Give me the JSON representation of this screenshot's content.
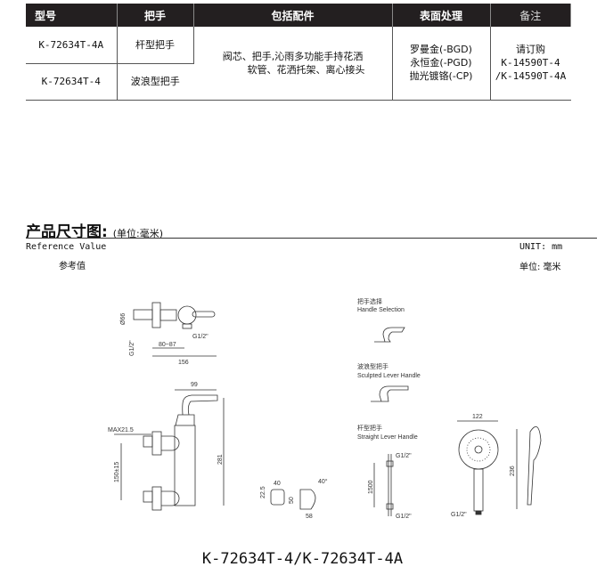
{
  "table": {
    "headers": [
      "型号",
      "把手",
      "包括配件",
      "表面处理",
      "备注"
    ],
    "rows": [
      {
        "model": "K-72634T-4A",
        "handle": "杆型把手"
      },
      {
        "model": "K-72634T-4",
        "handle": "波浪型把手"
      }
    ],
    "accessories": [
      "阀芯、把手,沁雨多功能手持花洒",
      "软管、花洒托架、离心接头"
    ],
    "finishes": [
      "罗曼金(-BGD)",
      "永恒金(-PGD)",
      "抛光镀铬(-CP)"
    ],
    "notes": [
      "请订购",
      "K-14590T-4",
      "/K-14590T-4A"
    ]
  },
  "section": {
    "title": "产品尺寸图:",
    "unit_note": "(单位:毫米)",
    "ref_en": "Reference Value",
    "ref_cn": "参考值",
    "unit_en": "UNIT:  mm",
    "unit_cn": "单位: 毫米"
  },
  "drawing": {
    "dims": {
      "d66": "Ø66",
      "g12a": "G1/2\"",
      "g12b": "G1/2\"",
      "r8087": "80~87",
      "w156": "156",
      "w99": "99",
      "max": "MAX21.5",
      "c150": "150±15",
      "h281": "281",
      "d40": "40",
      "d225": "22.5",
      "d50": "50",
      "a40": "40°",
      "d58": "58",
      "hose": "1500",
      "hg1": "G1/2\"",
      "hg2": "G1/2\"",
      "sh122": "122",
      "sh236": "236",
      "shg": "G1/2\""
    },
    "handle_selection_cn": "把手选择",
    "handle_selection_en": "Handle Selection",
    "sculpted_cn": "波浪型把手",
    "sculpted_en": "Sculpted Lever Handle",
    "straight_cn": "杆型把手",
    "straight_en": "Straight Lever Handle"
  },
  "model_caption": "K-72634T-4/K-72634T-4A"
}
